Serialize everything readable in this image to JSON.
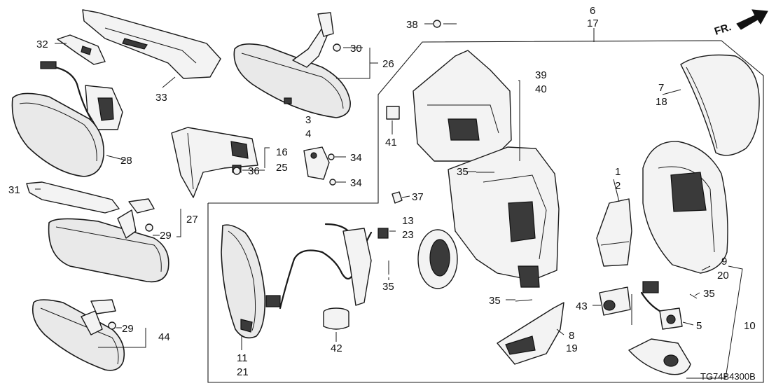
{
  "diagram": {
    "direction_label": "FR.",
    "drawing_code": "TG74B4300B",
    "callouts": [
      {
        "id": "c1",
        "text": "1"
      },
      {
        "id": "c2",
        "text": "2"
      },
      {
        "id": "c3",
        "text": "3"
      },
      {
        "id": "c4",
        "text": "4"
      },
      {
        "id": "c5",
        "text": "5"
      },
      {
        "id": "c6",
        "text": "6"
      },
      {
        "id": "c7",
        "text": "7"
      },
      {
        "id": "c8",
        "text": "8"
      },
      {
        "id": "c9",
        "text": "9"
      },
      {
        "id": "c10",
        "text": "10"
      },
      {
        "id": "c11",
        "text": "11"
      },
      {
        "id": "c13",
        "text": "13"
      },
      {
        "id": "c16",
        "text": "16"
      },
      {
        "id": "c17",
        "text": "17"
      },
      {
        "id": "c18",
        "text": "18"
      },
      {
        "id": "c19",
        "text": "19"
      },
      {
        "id": "c20",
        "text": "20"
      },
      {
        "id": "c21",
        "text": "21"
      },
      {
        "id": "c23",
        "text": "23"
      },
      {
        "id": "c25",
        "text": "25"
      },
      {
        "id": "c26",
        "text": "26"
      },
      {
        "id": "c27",
        "text": "27"
      },
      {
        "id": "c28",
        "text": "28"
      },
      {
        "id": "c29a",
        "text": "29"
      },
      {
        "id": "c29b",
        "text": "29"
      },
      {
        "id": "c30",
        "text": "30"
      },
      {
        "id": "c31",
        "text": "31"
      },
      {
        "id": "c32",
        "text": "32"
      },
      {
        "id": "c33",
        "text": "33"
      },
      {
        "id": "c34a",
        "text": "34"
      },
      {
        "id": "c34b",
        "text": "34"
      },
      {
        "id": "c35a",
        "text": "35"
      },
      {
        "id": "c35b",
        "text": "35"
      },
      {
        "id": "c35c",
        "text": "35"
      },
      {
        "id": "c35d",
        "text": "35"
      },
      {
        "id": "c36",
        "text": "36"
      },
      {
        "id": "c37",
        "text": "37"
      },
      {
        "id": "c38",
        "text": "38"
      },
      {
        "id": "c39",
        "text": "39"
      },
      {
        "id": "c40",
        "text": "40"
      },
      {
        "id": "c41",
        "text": "41"
      },
      {
        "id": "c42",
        "text": "42"
      },
      {
        "id": "c43",
        "text": "43"
      },
      {
        "id": "c44",
        "text": "44"
      }
    ]
  }
}
